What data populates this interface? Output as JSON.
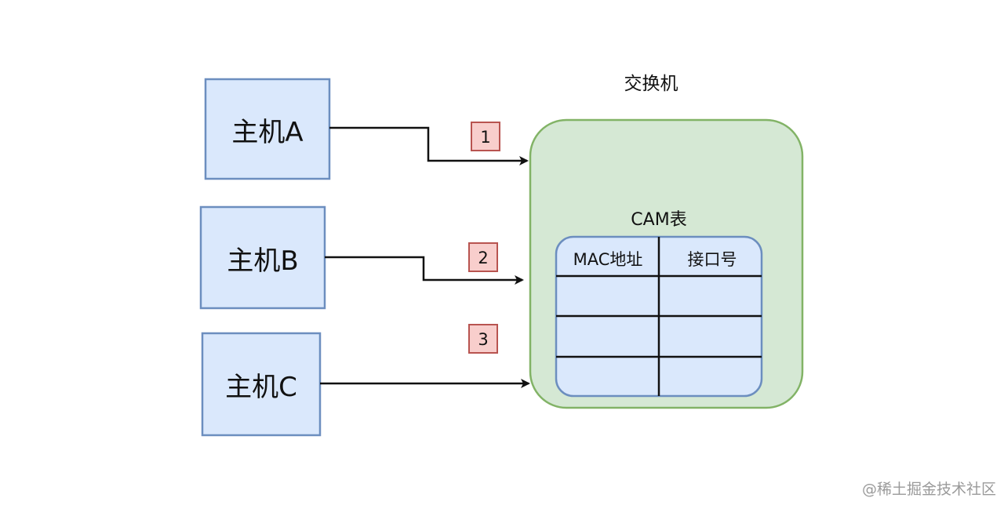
{
  "colors": {
    "host_fill": "#dae8fc",
    "host_stroke": "#6c8ebf",
    "switch_fill": "#d5e8d4",
    "switch_stroke": "#82b366",
    "badge_fill": "#f8cecc",
    "badge_stroke": "#b85450",
    "line": "#111111",
    "watermark": "#9a9a9a"
  },
  "hosts": [
    {
      "label": "主机A"
    },
    {
      "label": "主机B"
    },
    {
      "label": "主机C"
    }
  ],
  "steps": [
    {
      "label": "1"
    },
    {
      "label": "2"
    },
    {
      "label": "3"
    }
  ],
  "switch": {
    "title": "交换机",
    "table_title": "CAM表",
    "columns": [
      "MAC地址",
      "接口号"
    ]
  },
  "watermark": "@稀土掘金技术社区"
}
